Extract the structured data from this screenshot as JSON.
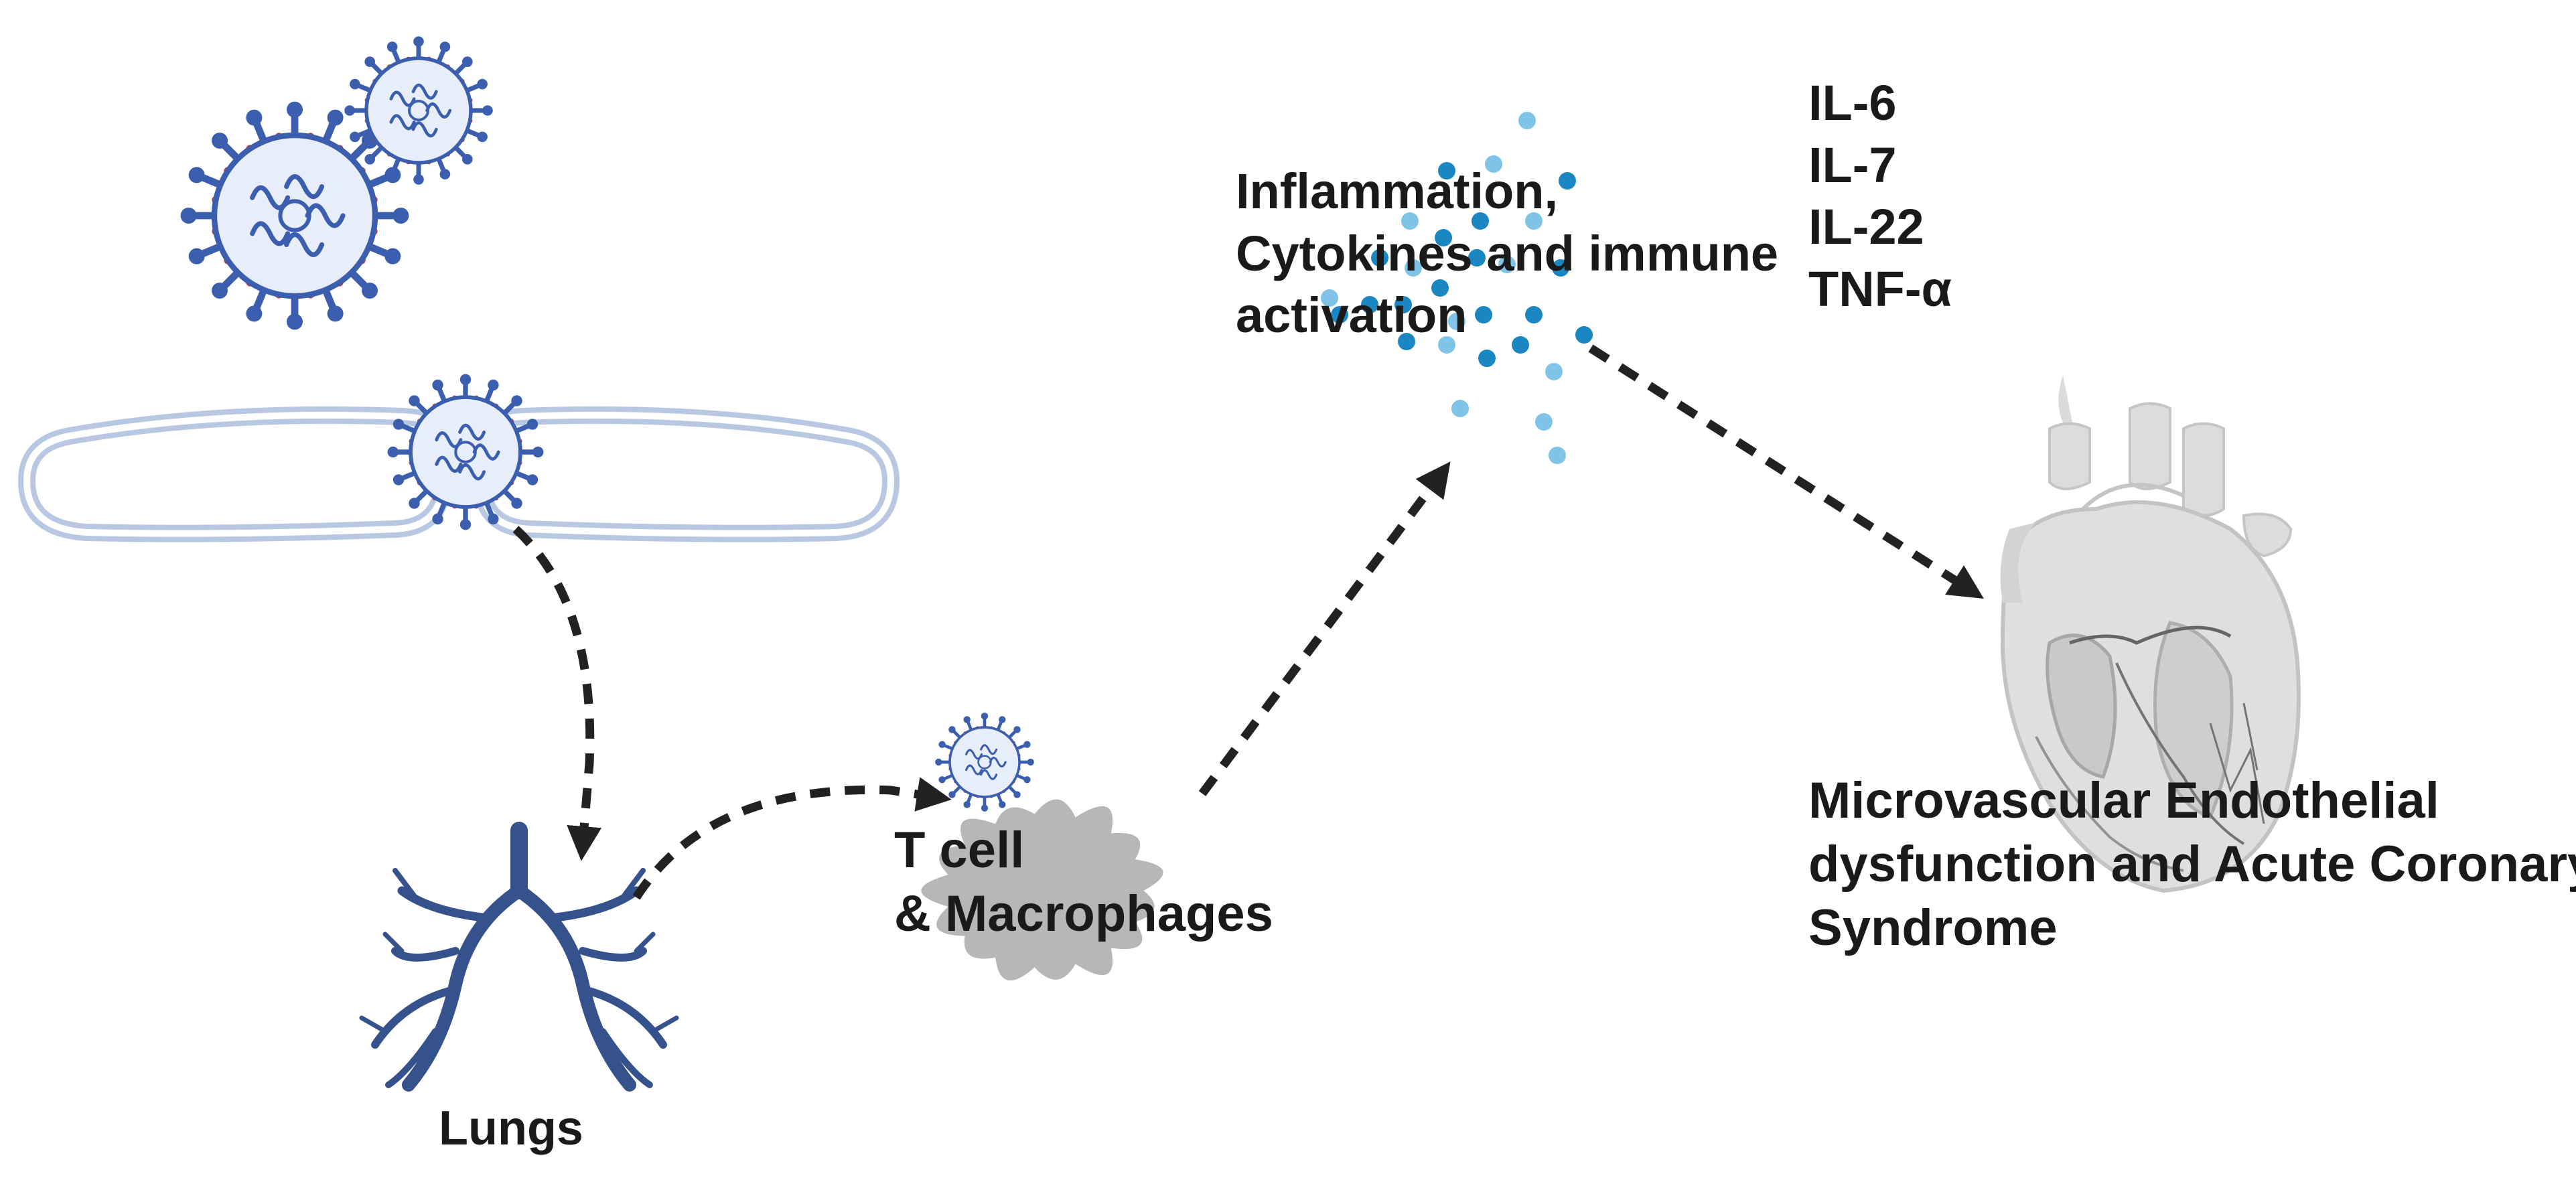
{
  "labels": {
    "lungs": "Lungs",
    "cells": [
      "T cell",
      "& Macrophages"
    ],
    "inflammation": [
      "Inflammation,",
      "Cytokines and immune",
      "activation"
    ],
    "cytokines": [
      "IL-6",
      "IL-7",
      "IL-22",
      "TNF-α"
    ],
    "outcome": [
      "Microvascular Endothelial",
      "dysfunction and Acute Coronary",
      "Syndrome"
    ]
  },
  "colors": {
    "virus_body": "#3b5fae",
    "virus_spike_tip": "#c0453e",
    "virus_interior": "#e8eef9",
    "cell_membrane": "#b9c8e2",
    "lungs": "#35528c",
    "macrophage": "#b7b7b7",
    "cytokine_dark": "#1a86c2",
    "cytokine_light": "#7fc4e6",
    "heart": "#d8d8d8",
    "arrow": "#222222"
  }
}
